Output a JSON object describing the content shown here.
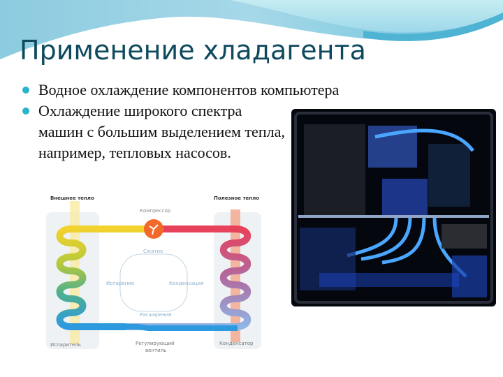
{
  "slide": {
    "title": "Применение хладагента",
    "bullets": [
      {
        "text": "Водное охлаждение компонентов компьютера"
      },
      {
        "text": "Охлаждение широкого спектра машин с большим выделением тепла, например, тепловых насосов."
      }
    ]
  },
  "diagram": {
    "labels": {
      "external_heat": "Внешнее тепло",
      "useful_heat": "Полезное тепло",
      "compressor": "Компрессор",
      "compression": "Сжатие",
      "evaporation": "Испарение",
      "condensation": "Конденсация",
      "expansion": "Расширение",
      "evaporator": "Испаритель",
      "valve_line1": "Регулирующий",
      "valve_line2": "вентиль",
      "condenser": "Конденсатор"
    },
    "colors": {
      "hot": "#e8415a",
      "cold": "#2d9ae0",
      "warm": "#f2d22e",
      "compressor": "#f26a2a"
    }
  },
  "photo": {
    "subject": "water-cooled-pc-case"
  },
  "theme": {
    "title_color": "#0e4a5e",
    "bullet_color": "#2ab3c9",
    "wave_color": "#7cc6dc"
  }
}
